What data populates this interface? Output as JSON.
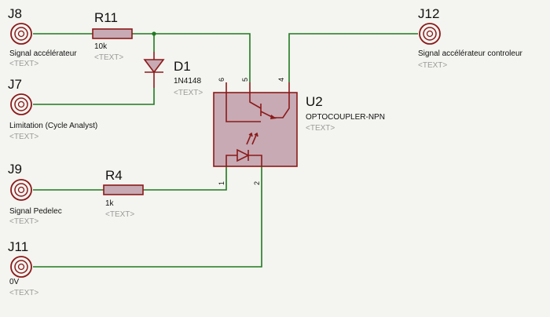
{
  "connectors": {
    "j8": {
      "ref": "J8",
      "label": "Signal accélérateur",
      "text": "<TEXT>"
    },
    "j7": {
      "ref": "J7",
      "label": "Limitation (Cycle Analyst)",
      "text": "<TEXT>"
    },
    "j9": {
      "ref": "J9",
      "label": "Signal Pedelec",
      "text": "<TEXT>"
    },
    "j11": {
      "ref": "J11",
      "label": "0V",
      "text": "<TEXT>"
    },
    "j12": {
      "ref": "J12",
      "label": "Signal accélérateur controleur",
      "text": "<TEXT>"
    }
  },
  "components": {
    "r11": {
      "ref": "R11",
      "value": "10k",
      "text": "<TEXT>"
    },
    "r4": {
      "ref": "R4",
      "value": "1k",
      "text": "<TEXT>"
    },
    "d1": {
      "ref": "D1",
      "value": "1N4148",
      "text": "<TEXT>"
    },
    "u2": {
      "ref": "U2",
      "value": "OPTOCOUPLER-NPN",
      "text": "<TEXT>",
      "pins": {
        "p1": "1",
        "p2": "2",
        "p4": "4",
        "p5": "5",
        "p6": "6"
      }
    }
  },
  "colors": {
    "wire": "#1f7a1f",
    "component": "#8b1a1a",
    "component_fill": "#c7aab4",
    "background": "#f4f4f0"
  }
}
